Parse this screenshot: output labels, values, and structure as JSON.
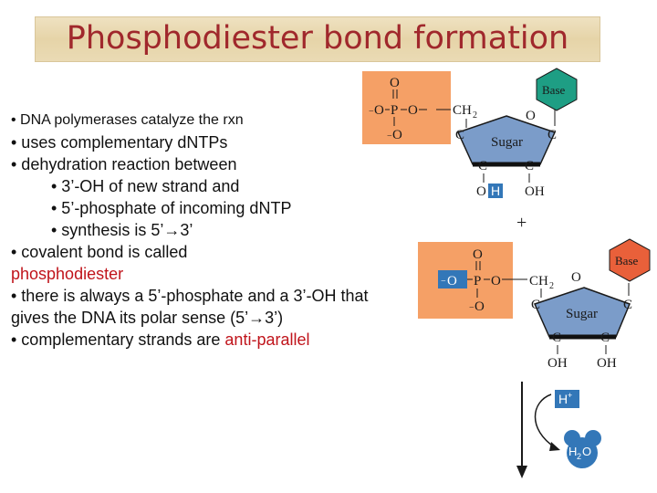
{
  "title": "Phosphodiester bond formation",
  "bullets": [
    {
      "text": "• DNA polymerases catalyze the rxn",
      "cls": "small"
    },
    {
      "text": "•  uses complementary dNTPs",
      "cls": "ind1"
    },
    {
      "text": "•  dehydration reaction between",
      "cls": "ind1"
    },
    {
      "text": "• 3’-OH of new strand and",
      "cls": "ind2"
    },
    {
      "text": "• 5’-phosphate of incoming dNTP",
      "cls": "ind2"
    },
    {
      "text": "• synthesis is 5’→3’",
      "cls": "ind2"
    }
  ],
  "bullet_covalent": "• covalent bond is called",
  "bullet_covalent_red": "phosphodiester",
  "bullet_polar": "• there is always a 5’-phosphate and a 3’-OH that gives the DNA its polar sense (5’→3’)",
  "bullet_anti_prefix": "• complementary strands are",
  "bullet_anti_red": "anti-parallel",
  "diagram": {
    "phosphate": {
      "O_top": "O",
      "P": "P",
      "O_minus": "O",
      "minus": "−",
      "O_right": "O",
      "CH2": "CH",
      "sub2": "2",
      "O_low": "O",
      "minus_low": "−"
    },
    "sugar_label": "Sugar",
    "ring_O": "O",
    "C": "C",
    "base_label": "Base",
    "OH": "OH",
    "O3": "O",
    "H": "H",
    "plus": "+",
    "H_plus": "H",
    "H_plus_sup": "+",
    "water": "H",
    "water_sub": "2",
    "water_O": "O",
    "colors": {
      "phosphate": "#f5a066",
      "sugar": "#7b9cc9",
      "base_top": "#1e9e84",
      "base_bottom": "#e9603a",
      "highlight": "#3377b8"
    }
  }
}
